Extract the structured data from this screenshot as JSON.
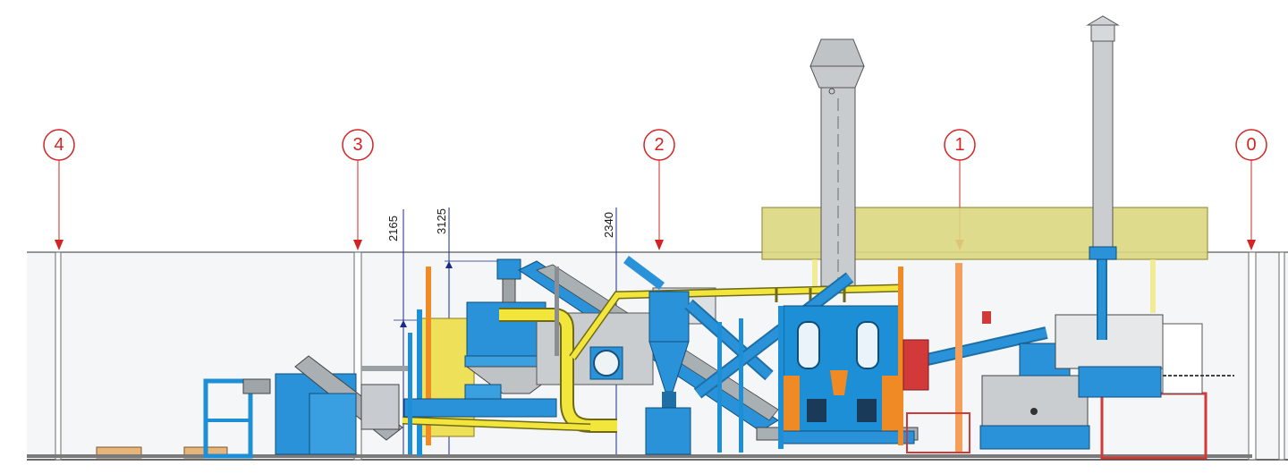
{
  "axes": [
    {
      "label": "4"
    },
    {
      "label": "3"
    },
    {
      "label": "2"
    },
    {
      "label": "1"
    },
    {
      "label": "0"
    }
  ],
  "dimensions": {
    "d1": "2165",
    "d2": "3125",
    "d3": "2340"
  },
  "colors": {
    "axis_red": "#d22424",
    "machine_blue": "#1d8fd6",
    "pipe_yellow": "#f2e53c",
    "canopy_yellow": "#dcd880",
    "steel_grey": "#b9bcbf",
    "orange_post": "#f08a24",
    "frame_red": "#d23a3a"
  }
}
